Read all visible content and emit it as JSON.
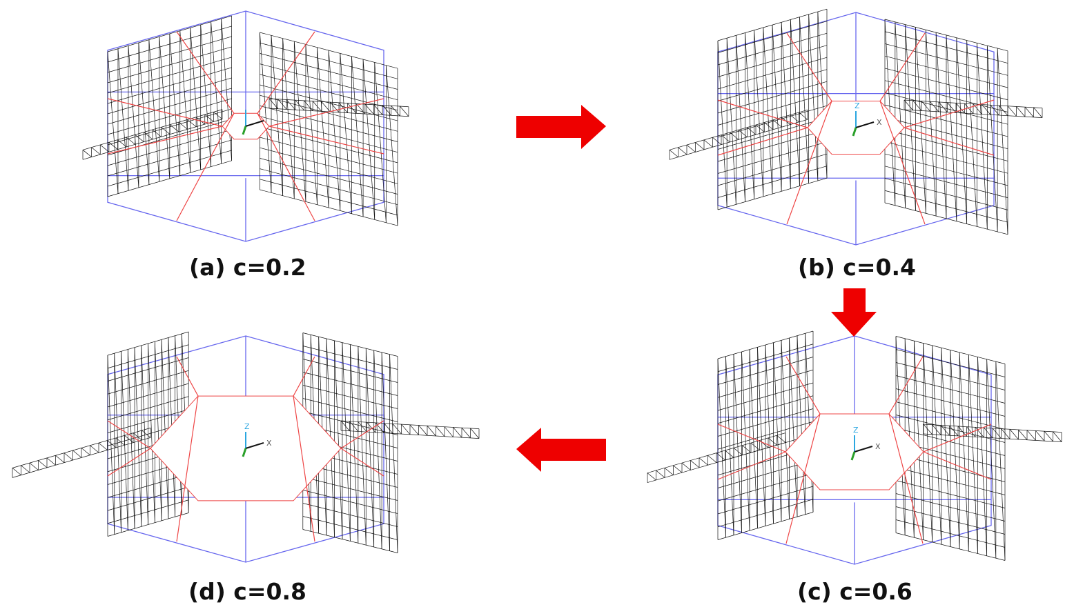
{
  "colors": {
    "mesh": "#111111",
    "box": "#6666ee",
    "struts": "#ee4444",
    "arrow": "#ee0000",
    "triad_z": "#2aa6e0",
    "triad_x": "#111111",
    "triad_y": "#2aa02a"
  },
  "panels": [
    {
      "id": "a",
      "caption": "(a) c=0.2",
      "c": 0.2
    },
    {
      "id": "b",
      "caption": "(b) c=0.4",
      "c": 0.4
    },
    {
      "id": "c",
      "caption": "(c) c=0.6",
      "c": 0.6
    },
    {
      "id": "d",
      "caption": "(d) c=0.8",
      "c": 0.8
    }
  ],
  "triad": {
    "z_label": "Z",
    "x_label": "X"
  },
  "arrows": [
    {
      "from": "a",
      "to": "b",
      "direction": "right"
    },
    {
      "from": "b",
      "to": "c",
      "direction": "down"
    },
    {
      "from": "c",
      "to": "d",
      "direction": "left"
    }
  ]
}
